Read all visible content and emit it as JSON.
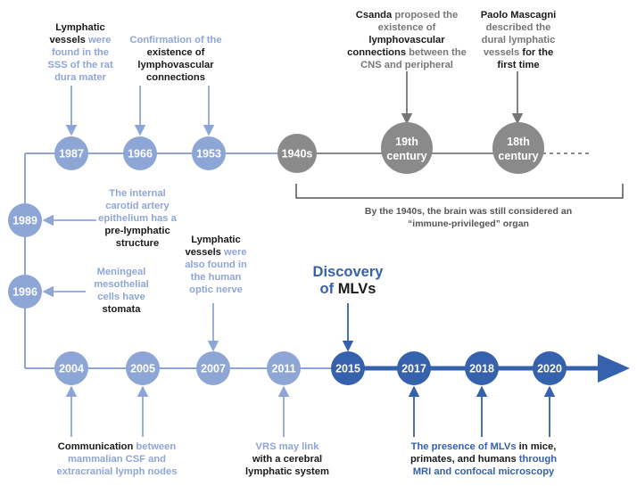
{
  "nodes": {
    "n1987": "1987",
    "n1966": "1966",
    "n1953": "1953",
    "n1940s": "1940s",
    "n19c_l1": "19th",
    "n19c_l2": "century",
    "n18c_l1": "18th",
    "n18c_l2": "century",
    "n1989": "1989",
    "n1996": "1996",
    "n2004": "2004",
    "n2005": "2005",
    "n2007": "2007",
    "n2011": "2011",
    "n2015": "2015",
    "n2017": "2017",
    "n2018": "2018",
    "n2020": "2020"
  },
  "captions": {
    "c1987": {
      "a": "Lymphatic",
      "b": "vessels",
      "c": " were",
      "d": "found in  the",
      "e": "SSS of the rat",
      "f": "dura mater"
    },
    "c1966": {
      "a": "Confirmation of the",
      "b": "existence of",
      "c": "lymphovascular",
      "d": "connections"
    },
    "c19c": {
      "a": "Csanda",
      "b": " proposed the",
      "c": "existence of",
      "d": "lymphovascular",
      "e": "connections",
      "f": " between the",
      "g": "CNS and peripheral"
    },
    "c18c": {
      "a": "Paolo Mascagni",
      "b": "described  the",
      "c": "dural lymphatic",
      "d": "vessels",
      "e": " for the",
      "f": "first time"
    },
    "c1989": {
      "a": "The internal",
      "b": "carotid artery",
      "c": "epithelium has a",
      "d": "pre-lymphatic",
      "e": "structure"
    },
    "c1996": {
      "a": "Meningeal",
      "b": "mesothelial",
      "c": "cells have",
      "d": "stomata"
    },
    "c2007": {
      "a": "Lymphatic",
      "b": "vessels",
      "c": " were",
      "d": "also found in",
      "e": "the human",
      "f": "optic nerve"
    },
    "c2004": {
      "a": "Communication",
      "b": " between",
      "c": "mammalian CSF and",
      "d": "extracranial lymph nodes"
    },
    "c2011": {
      "a": "VRS may link",
      "b": "with a ",
      "c": "cerebral",
      "d": "lymphatic system"
    },
    "c2017": {
      "a": "The presence of MLVs",
      "b": " in mice,",
      "c": "primates, and humans",
      "d": " through",
      "e": "MRI and confocal microscopy"
    }
  },
  "headline": {
    "l1": "Discovery",
    "l2a": "of ",
    "l2b": "MLVs"
  },
  "note": {
    "l1": "By the 1940s, the brain was still considered an",
    "l2": "“immune-privileged” organ"
  },
  "colors": {
    "light_blue": "#8ea6d6",
    "gray": "#8a8a8a",
    "dark_blue": "#3561ad",
    "text_dark": "#1a1a1a"
  }
}
